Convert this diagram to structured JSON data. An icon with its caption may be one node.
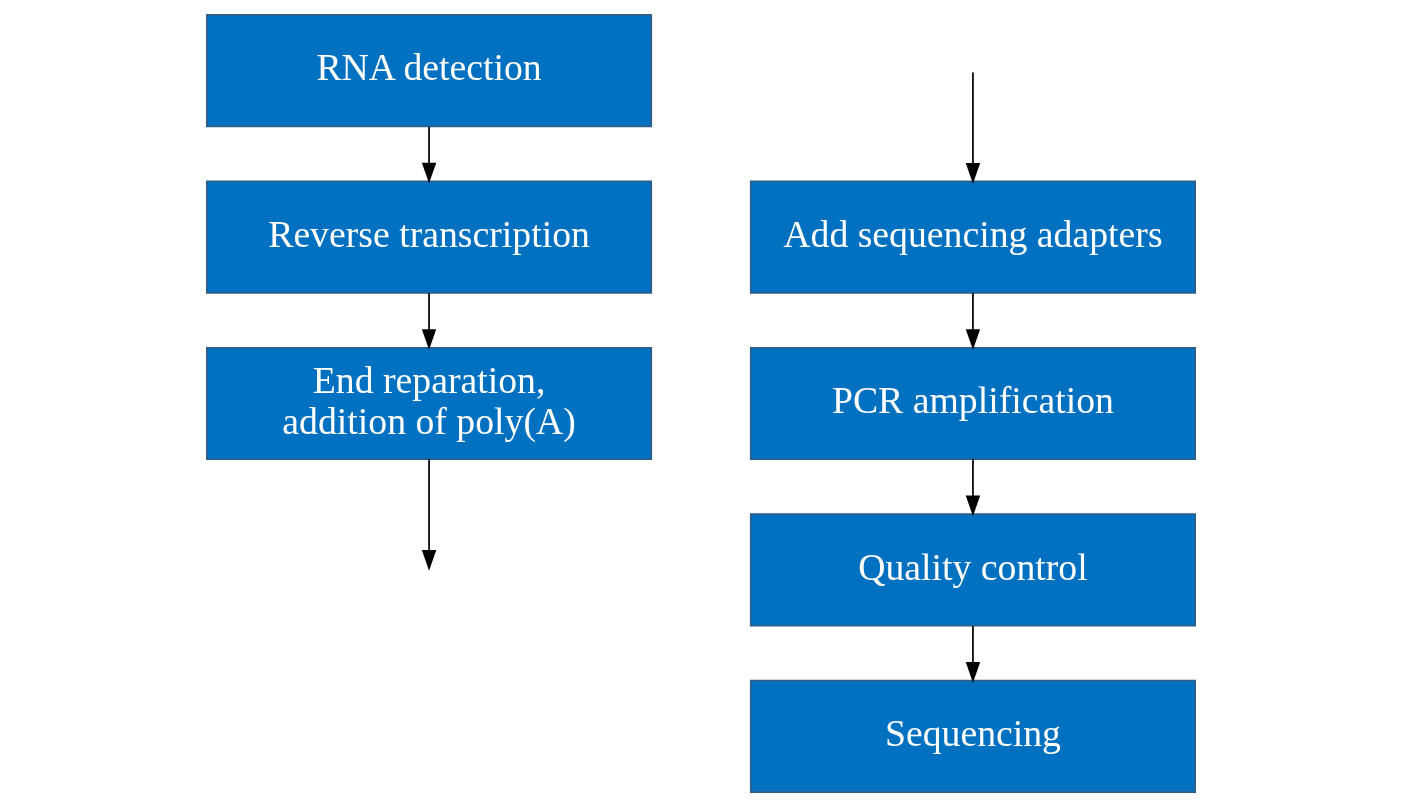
{
  "diagram": {
    "nodes": [
      {
        "text": [
          "RNA detection"
        ]
      },
      {
        "text": [
          "Reverse transcription"
        ]
      },
      {
        "text": [
          "End reparation, addition of poly(A)"
        ]
      },
      {
        "text": [
          "Add sequencing adapters"
        ]
      },
      {
        "text": [
          "PCR amplification"
        ]
      },
      {
        "text": [
          "Quality control"
        ]
      },
      {
        "text": [
          "Sequencing"
        ]
      }
    ],
    "edges": [
      {
        "from": 0,
        "to": 1,
        "arrow": "to"
      },
      {
        "from": 1,
        "to": 2,
        "arrow": "to"
      },
      {
        "from": 2,
        "to": null,
        "arrow": "to"
      },
      {
        "from": null,
        "to": 3,
        "arrow": "to"
      },
      {
        "from": 3,
        "to": 4,
        "arrow": "to"
      },
      {
        "from": 4,
        "to": 5,
        "arrow": "to"
      },
      {
        "from": 5,
        "to": 6,
        "arrow": "to"
      }
    ]
  }
}
